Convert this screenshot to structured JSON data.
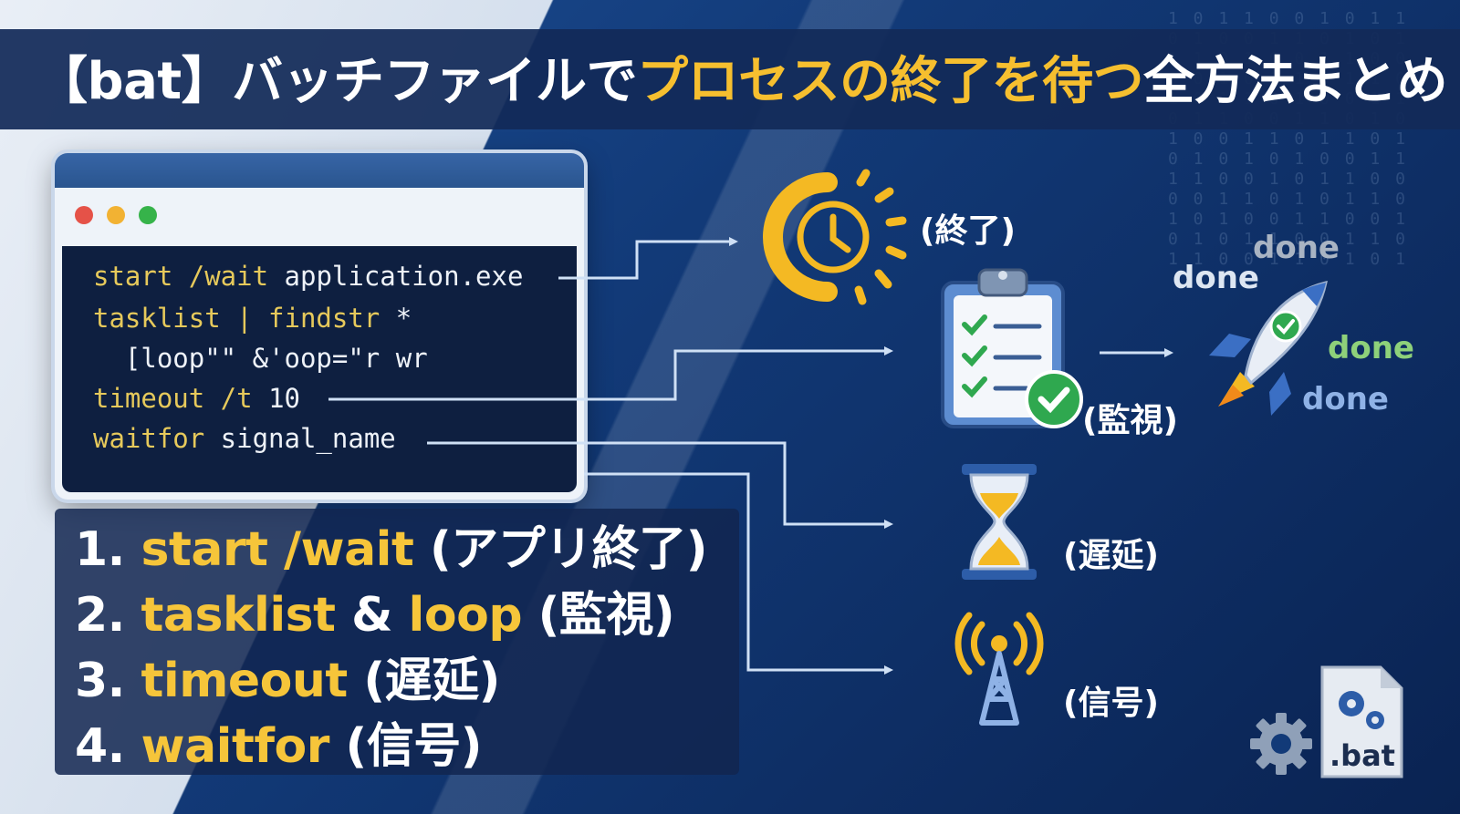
{
  "title": {
    "part1": "【bat】バッチファイルで",
    "highlight": "プロセスの終了を待つ",
    "part2": "全方法まとめ"
  },
  "terminal": {
    "lines": [
      {
        "kw": "start /wait",
        "rest": " application.exe"
      },
      {
        "kw": "tasklist | findstr",
        "rest": " *"
      },
      {
        "kw": "",
        "rest": "  [loop\"\" &'oop=\"r wr"
      },
      {
        "kw": "timeout /t",
        "rest": " 10"
      },
      {
        "kw": "waitfor",
        "rest": " signal_name"
      }
    ]
  },
  "methods": [
    {
      "num": "1.",
      "kw": "start /wait",
      "desc": " (アプリ終了)"
    },
    {
      "num": "2.",
      "kw": "tasklist",
      "mid": " & ",
      "kw2": "loop",
      "desc": " (監視)"
    },
    {
      "num": "3.",
      "kw": "timeout",
      "desc": " (遅延)"
    },
    {
      "num": "4.",
      "kw": "waitfor",
      "desc": " (信号)"
    }
  ],
  "labels": {
    "end": "(終了)",
    "monitor": "(監視)",
    "delay": "(遅延)",
    "signal": "(信号)"
  },
  "done_labels": [
    "done",
    "done",
    "done",
    "done"
  ],
  "file_label": ".bat",
  "icons": {
    "end": "clock-sun-icon",
    "monitor": "clipboard-checklist-icon",
    "delay": "hourglass-icon",
    "signal": "antenna-signal-icon",
    "rocket": "rocket-icon",
    "gear": "gear-icon",
    "file": "bat-file-icon"
  },
  "colors": {
    "accent": "#f6bf2f",
    "background": "#123a78",
    "done_gray": "#a9b4c3",
    "done_green": "#8ed17a",
    "done_blue": "#8fb2e6"
  }
}
